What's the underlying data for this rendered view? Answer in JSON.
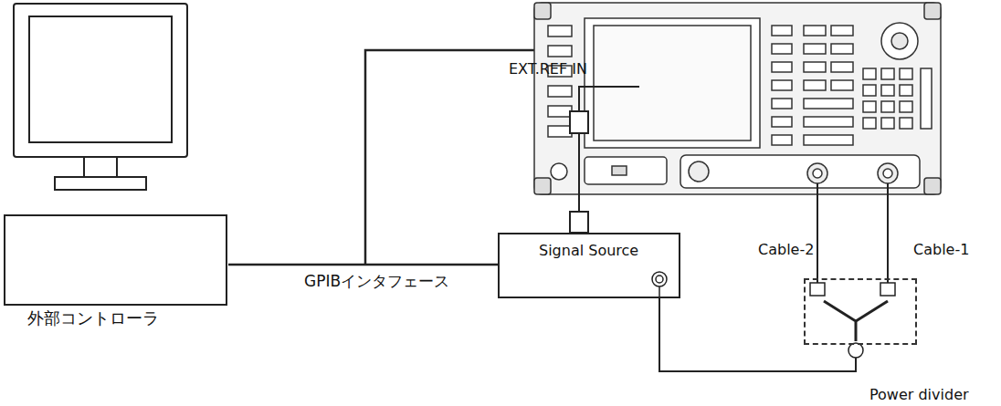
{
  "diagram": {
    "nodes": [
      {
        "text": [
          "外部コントローラ"
        ]
      },
      {
        "text": [
          "Signal Source"
        ]
      },
      {
        "text": [
          "Power divider"
        ]
      }
    ],
    "edges": [
      {
        "from": 0,
        "to": 1,
        "arrow": "none",
        "label": "GPIBインタフェース"
      },
      {
        "from": 1,
        "to": 2,
        "arrow": "none"
      }
    ],
    "labels": [
      "EXT.REF IN",
      "Cable-2",
      "Cable-1"
    ]
  }
}
